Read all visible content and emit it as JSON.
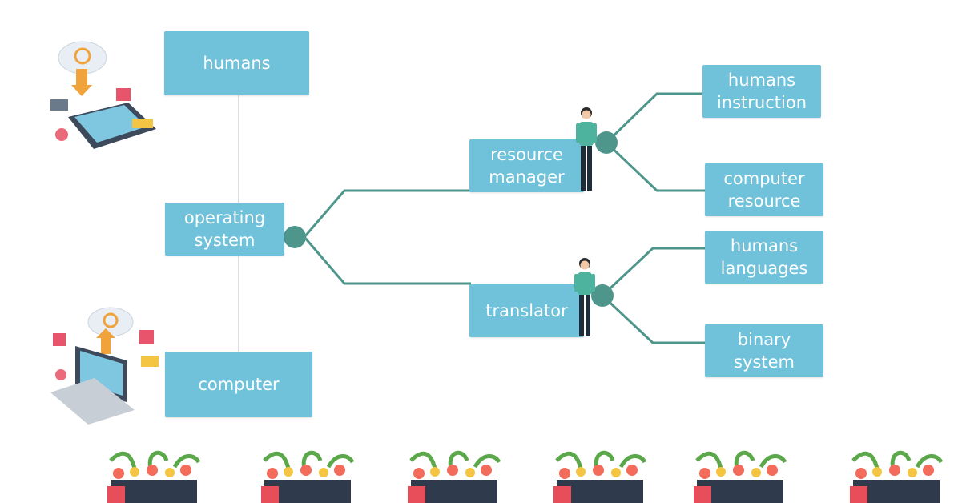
{
  "nodes": {
    "humans": "humans",
    "operating_system": "operating\nsystem",
    "computer": "computer",
    "resource_manager": "resource\nmanager",
    "translator": "translator",
    "humans_instruction": "humans\ninstruction",
    "computer_resource": "computer\nresource",
    "humans_languages": "humans\nlanguages",
    "binary_system": "binary\nsystem"
  },
  "colors": {
    "box": "#6fc2d9",
    "connector": "#4e968b",
    "vertical_line": "#d7dde0"
  },
  "icons": [
    "cloud-sync-tablet-icon",
    "cloud-upload-laptop-icon",
    "person-icon",
    "flower-pot-icon"
  ]
}
